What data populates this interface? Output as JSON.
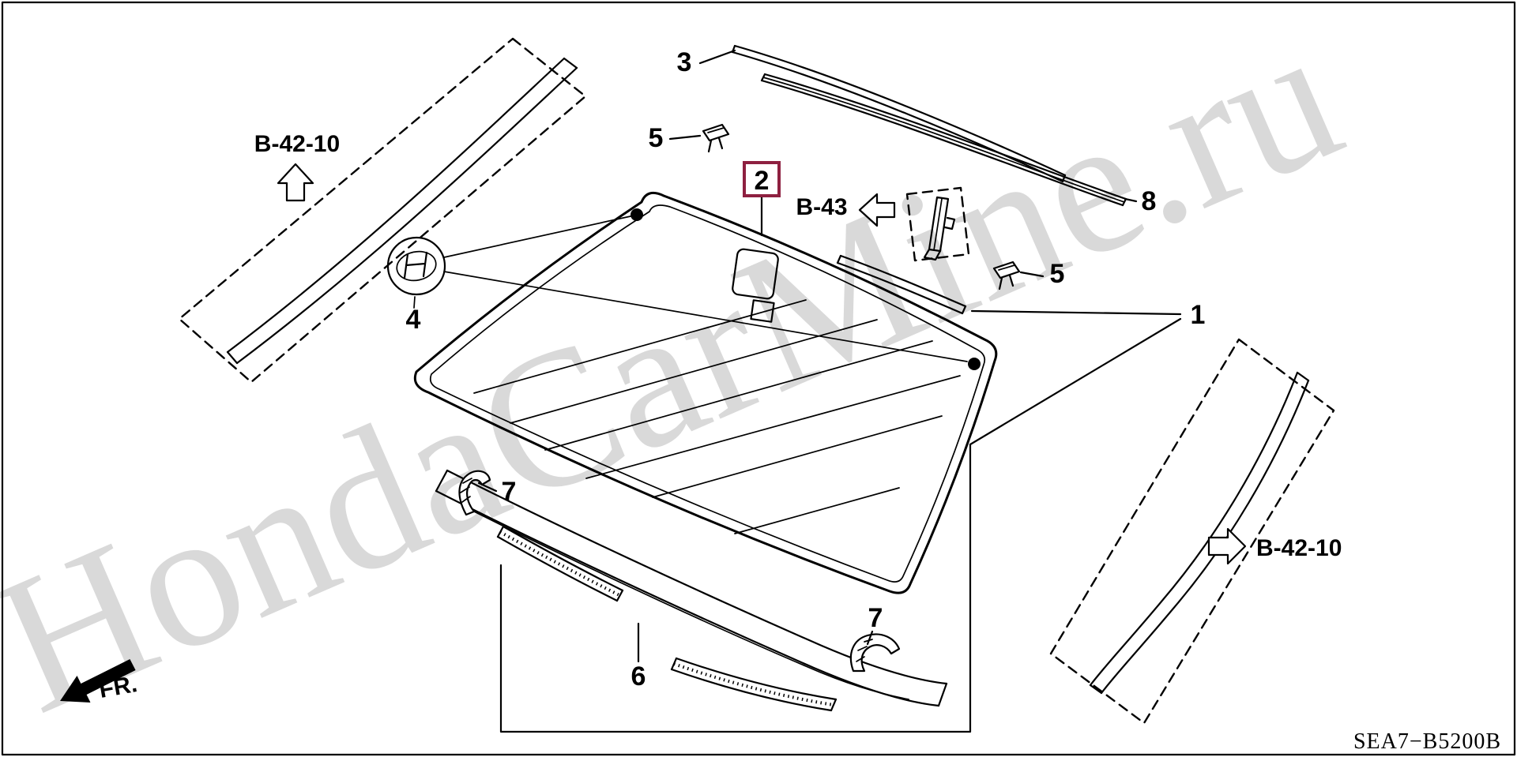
{
  "diagram": {
    "code": "SEA7−B5200B",
    "watermark": "HondaCarMine.ru",
    "front_label": "FR."
  },
  "references": {
    "left_molding": "B-42-10",
    "right_molding": "B-42-10",
    "clip_kit": "B-43"
  },
  "callouts": {
    "glass": "1",
    "dam_rubber": "2",
    "upper_molding": "3",
    "emblem": "4",
    "clip_upper": "5",
    "clip_lower": "5",
    "lower_molding": "6",
    "spacer_left": "7",
    "spacer_right": "7",
    "molding_end": "8"
  },
  "colors": {
    "line": "#000000",
    "highlight": "#8e2040",
    "watermark": "#d9d9d9",
    "background": "#ffffff"
  }
}
